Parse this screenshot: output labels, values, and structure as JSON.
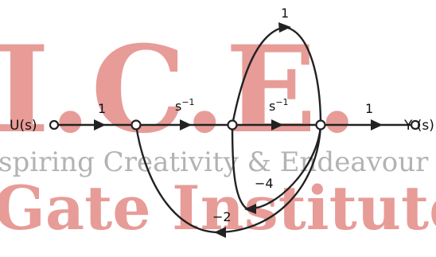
{
  "watermark": {
    "line1": "I.C.E.",
    "line2": "spiring Creativity & Endeavour",
    "line3": "Gate Institute",
    "colors": {
      "red": "#e38b86",
      "gray": "#b3b3b3"
    }
  },
  "diagram": {
    "input_label": "U(s)",
    "output_label": "Y (s)",
    "branches": {
      "u_to_n1": "1",
      "n1_to_n2_base": "s",
      "n1_to_n2_exp": "−1",
      "n2_to_n3_base": "s",
      "n2_to_n3_exp": "−1",
      "n3_to_y": "1",
      "feedforward_top": "1",
      "feedback_inner": "−4",
      "feedback_outer": "−2"
    },
    "line_color": "#222222"
  }
}
